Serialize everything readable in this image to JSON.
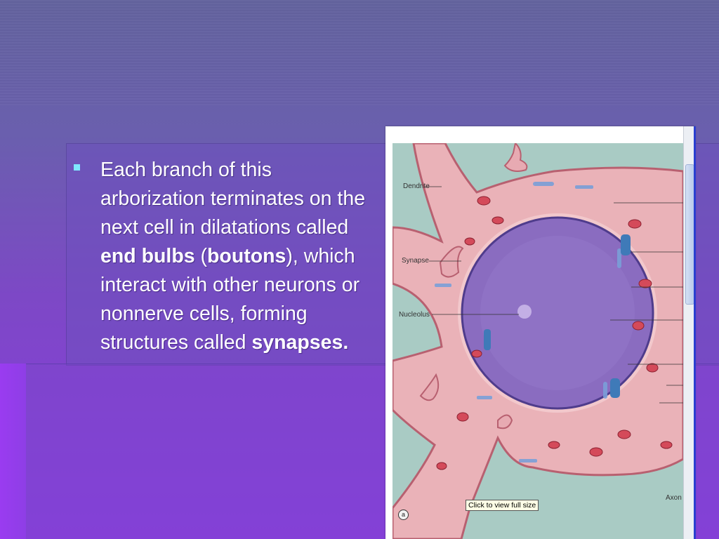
{
  "slide": {
    "bullet_text": {
      "p1": "Each branch of this arborization terminates on the next cell in dilatations called ",
      "b1": "end bulbs",
      "p2": " (",
      "b2": "boutons",
      "p3": "), which interact with other neurons or nonnerve cells, forming structures called ",
      "b3": "synapses."
    }
  },
  "figure": {
    "labels": {
      "dendrite": "Dendrite",
      "synapse": "Synapse",
      "nucleolus": "Nucleolus",
      "axon": "Axon"
    },
    "tooltip": "Click to view full size",
    "plate": "a"
  },
  "colors": {
    "background_top": "#63639e",
    "background_bottom": "#8a3be0",
    "bullet": "#7fe7ff",
    "text": "#ffffff",
    "cytoplasm": "#eab2b8",
    "nucleus": "#8a6cc0",
    "extracellular": "#a9cbc4"
  }
}
